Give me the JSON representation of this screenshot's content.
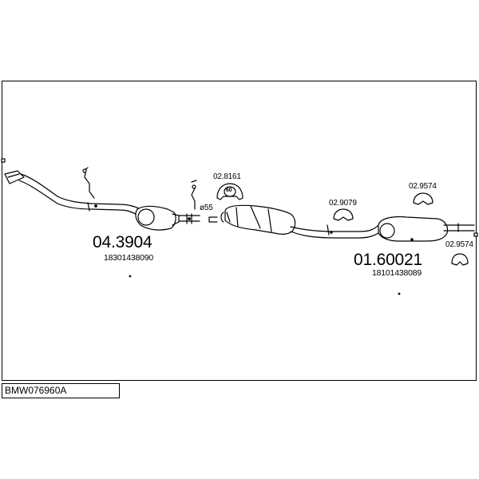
{
  "diagram_code": "BMW076960A",
  "parts": [
    {
      "number": "04.3904",
      "reference": "18301438090"
    },
    {
      "number": "01.60021",
      "reference": "18101438089"
    }
  ],
  "accessories": {
    "clamp_diameter": "ø55",
    "hanger_a": {
      "number": "02.8161",
      "size": "60"
    },
    "hanger_b": {
      "number": "02.9079"
    },
    "hanger_c": {
      "number": "02.9574"
    },
    "hanger_d": {
      "number": "02.9574"
    }
  }
}
